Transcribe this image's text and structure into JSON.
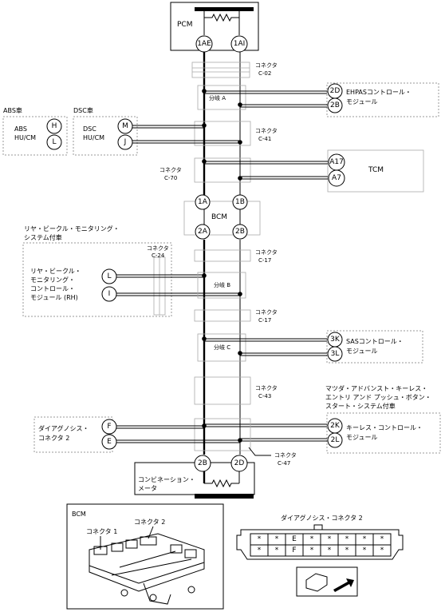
{
  "components": {
    "pcm": "PCM",
    "bcm": "BCM",
    "tcm": "TCM",
    "ehpas": [
      "EHPASコントロール・",
      "モジュール"
    ],
    "abs_group": "ABS車",
    "abs_module": [
      "ABS",
      "HU/CM"
    ],
    "dsc_group": "DSC車",
    "dsc_module": [
      "DSC",
      "HU/CM"
    ],
    "rvm_group": [
      "リヤ・ビークル・モニタリング・",
      "システム付車"
    ],
    "rvm_module": [
      "リヤ・ビークル・",
      "モニタリング・",
      "コントロール・",
      "モジュール (RH)"
    ],
    "sas": [
      "SASコントロール・",
      "モジュール"
    ],
    "keyless_group": [
      "マツダ・アドバンスト・キーレス・",
      "エントリ アンド プッシュ・ボタン・",
      "スタート・システム付車"
    ],
    "keyless_module": [
      "キーレス・コントロール・",
      "モジュール"
    ],
    "dlc": [
      "ダイアグノシス・",
      "コネクタ 2"
    ],
    "combination_meter": [
      "コンビネーション・",
      "メータ"
    ]
  },
  "connectors": {
    "c02": [
      "コネクタ",
      "C-02"
    ],
    "c41": [
      "コネクタ",
      "C-41"
    ],
    "c70": [
      "コネクタ",
      "C-70"
    ],
    "c24": [
      "コネクタ",
      "C-24"
    ],
    "c17a": [
      "コネクタ",
      "C-17"
    ],
    "c17b": [
      "コネクタ",
      "C-17"
    ],
    "c43": [
      "コネクタ",
      "C-43"
    ],
    "c47": [
      "コネクタ",
      "C-47"
    ]
  },
  "branches": {
    "a": "分岐 A",
    "b": "分岐 B",
    "c": "分岐 C"
  },
  "pins": {
    "pcm_left": "1AE",
    "pcm_right": "1AI",
    "ehpas_top": "2D",
    "ehpas_bottom": "2B",
    "abs_top": "H",
    "abs_bottom": "L",
    "dsc_top": "M",
    "dsc_bottom": "J",
    "tcm_top": "A17",
    "tcm_bottom": "A7",
    "bcm_1a": "1A",
    "bcm_1b": "1B",
    "bcm_2a": "2A",
    "bcm_2b": "2B",
    "rvm_top": "L",
    "rvm_bottom": "I",
    "sas_top": "3K",
    "sas_bottom": "3L",
    "keyless_top": "2K",
    "keyless_bottom": "2L",
    "dlc_top": "F",
    "dlc_bottom": "E",
    "meter_left": "2B",
    "meter_right": "2D"
  },
  "bcm_view": {
    "title": "BCM",
    "connector1": "コネクタ 1",
    "connector2": "コネクタ 2"
  },
  "dlc_view": {
    "title": "ダイアグノシス・コネクタ 2",
    "row1": [
      "*",
      "*",
      "E",
      "*",
      "*",
      "*",
      "*",
      "*"
    ],
    "row2": [
      "*",
      "*",
      "F",
      "*",
      "*",
      "*",
      "*",
      "*"
    ]
  }
}
